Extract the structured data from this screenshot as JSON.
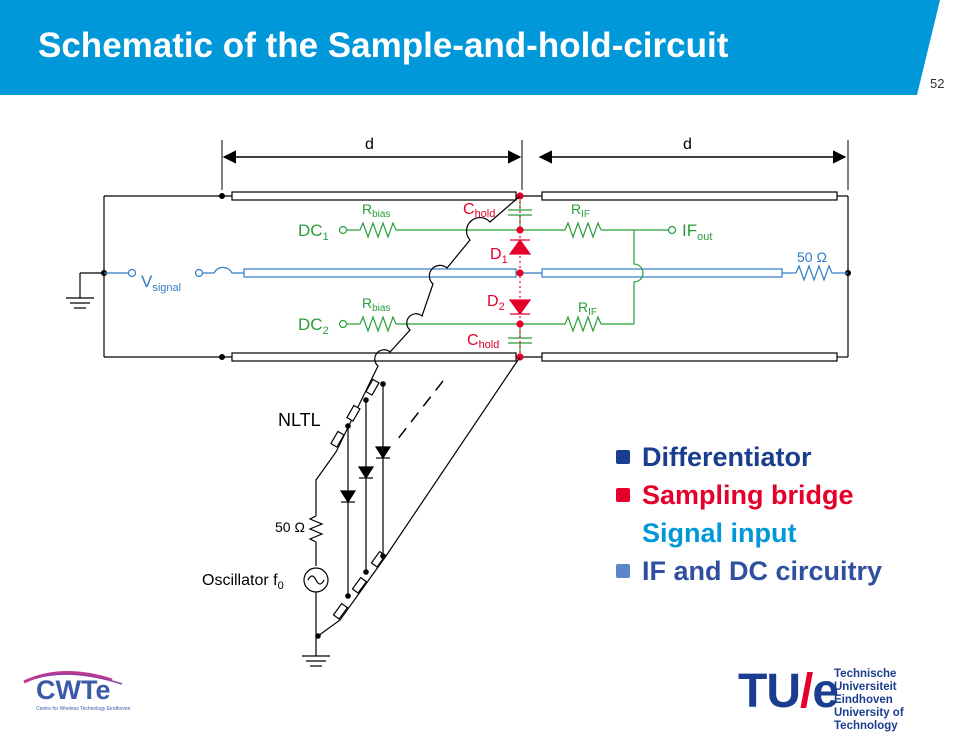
{
  "slide": {
    "title": "Schematic of the Sample-and-hold-circuit",
    "page_number": "52"
  },
  "colors": {
    "header": "#0098d8",
    "green": "#2a9d3a",
    "red": "#e4002b",
    "blue": "#2f7cc4",
    "navy": "#1a3d8f",
    "black": "#000000"
  },
  "diagram": {
    "dim_left": "d",
    "dim_right": "d",
    "dc1": "DC",
    "dc1_sub": "1",
    "dc2": "DC",
    "dc2_sub": "2",
    "r_bias_top": "R",
    "r_bias_top_sub": "bias",
    "r_bias_bot": "R",
    "r_bias_bot_sub": "bias",
    "r_if_top": "R",
    "r_if_top_sub": "IF",
    "r_if_bot": "R",
    "r_if_bot_sub": "IF",
    "c_hold_top": "C",
    "c_hold_top_sub": "hold",
    "c_hold_bot": "C",
    "c_hold_bot_sub": "hold",
    "d1": "D",
    "d1_sub": "1",
    "d2": "D",
    "d2_sub": "2",
    "if_out": "IF",
    "if_out_sub": "out",
    "v_signal": "V",
    "v_signal_sub": "signal",
    "term_50_right": "50 Ω",
    "nltl": "NLTL",
    "term_50_osc": "50 Ω",
    "oscillator": "Oscillator f",
    "oscillator_sub": "0"
  },
  "legend": [
    {
      "label": "Differentiator",
      "color": "#1a3d8f",
      "swatch": true
    },
    {
      "label": "Sampling bridge",
      "color": "#e4002b",
      "swatch": true
    },
    {
      "label": "Signal input",
      "color": "#0098d8",
      "swatch": false
    },
    {
      "label": "IF and DC circuitry",
      "color": "#2f4f9f",
      "swatch": true,
      "swatch_color": "#5b86c8"
    }
  ],
  "logos": {
    "cwte": "CWTe",
    "cwte_sub": "Centre for Wireless Technology Eindhoven",
    "tue_tu": "TU",
    "tue_slash": "/",
    "tue_e": "e",
    "tue_name_1": "Technische Universiteit",
    "tue_name_2": "Eindhoven",
    "tue_name_3": "University of Technology"
  }
}
